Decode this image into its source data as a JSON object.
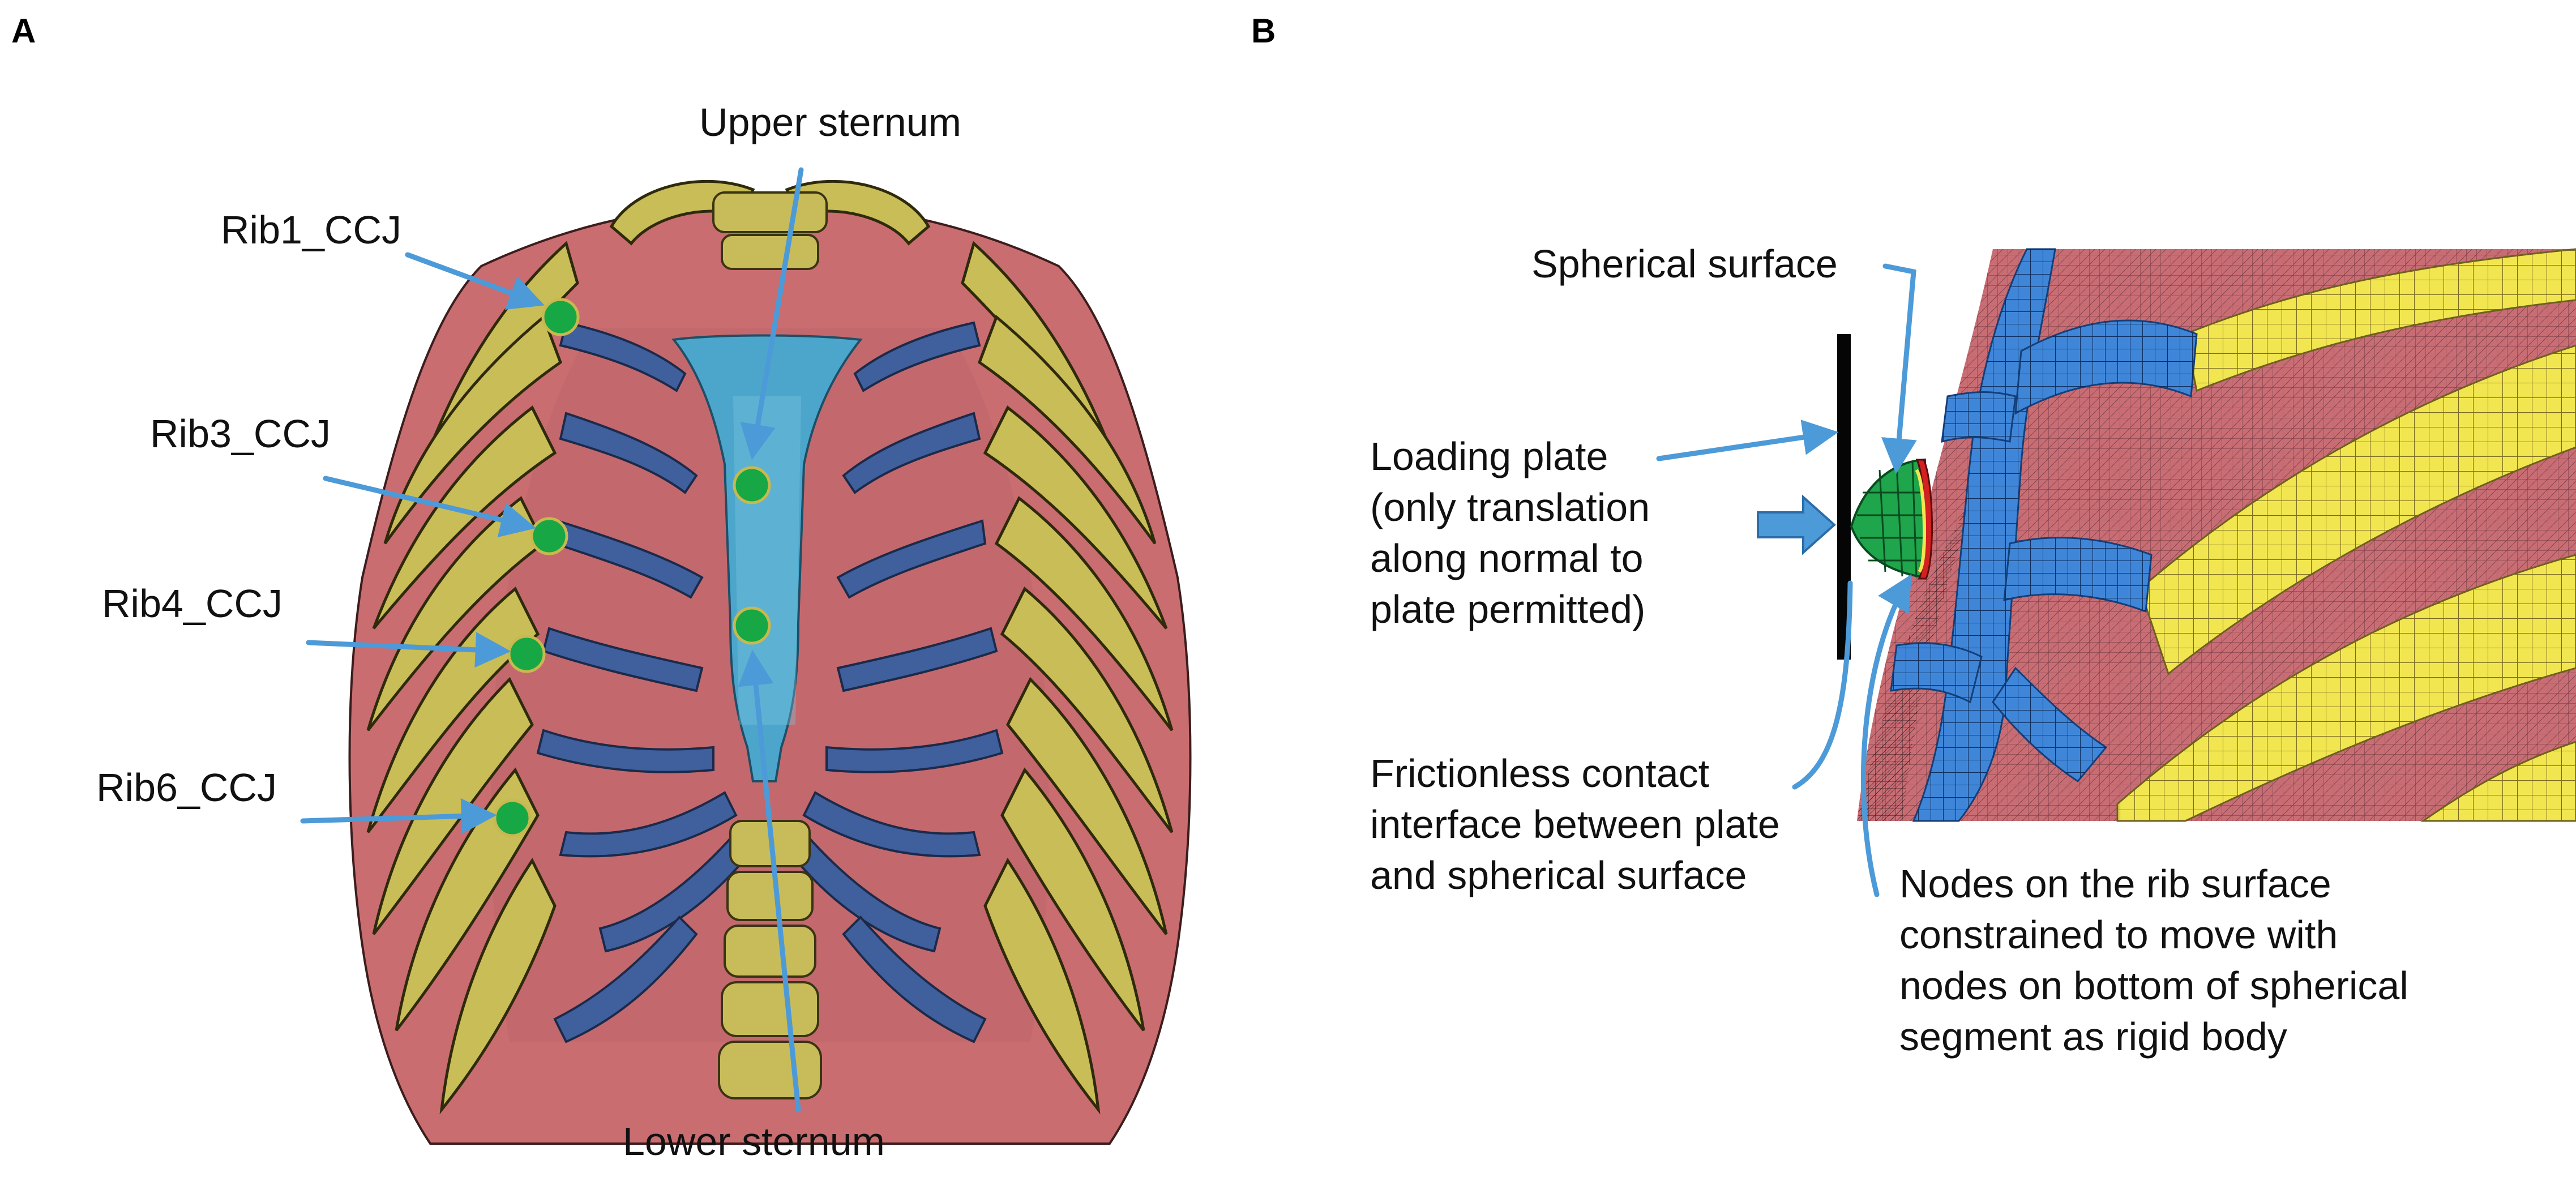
{
  "panels": {
    "a": {
      "letter": "A"
    },
    "b": {
      "letter": "B"
    }
  },
  "panel_a": {
    "labels": {
      "upper_sternum": "Upper sternum",
      "lower_sternum": "Lower sternum",
      "rib1_ccj": "Rib1_CCJ",
      "rib3_ccj": "Rib3_CCJ",
      "rib4_ccj": "Rib4_CCJ",
      "rib6_ccj": "Rib6_CCJ"
    }
  },
  "panel_b": {
    "labels": {
      "spherical_surface": "Spherical surface",
      "loading_plate": [
        "Loading plate",
        "(only translation",
        "along normal to",
        "plate permitted)"
      ],
      "frictionless_contact": [
        "Frictionless contact",
        "interface between plate",
        "and spherical surface"
      ],
      "nodes_on_rib_surface": [
        "Nodes on the rib surface",
        "constrained to move with",
        "nodes on bottom of spherical",
        "segment as rigid body"
      ]
    }
  },
  "colors": {
    "arrow": "#4d9ad8",
    "rib_yellow": "#c9bd57",
    "rib_red": "#c96d70",
    "cartilage_blue": "#3f5f9d",
    "sternum_blue": "#4ca6cb",
    "marker_green": "#17a744"
  }
}
